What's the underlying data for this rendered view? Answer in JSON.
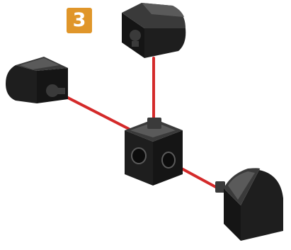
{
  "instruction": {
    "step_number": "3",
    "badge_color": "#e0962a"
  },
  "colors": {
    "connector_line": "#d42a2a",
    "brick_dark": "#1e1e1e",
    "brick_top": "#3a3a3a",
    "brick_side": "#151515",
    "highlight": "#5a5a5a"
  },
  "parts": {
    "center": "cube-connector-brick",
    "attachments": [
      "curved-slope-top",
      "curved-slope-left",
      "curved-slope-right"
    ]
  }
}
